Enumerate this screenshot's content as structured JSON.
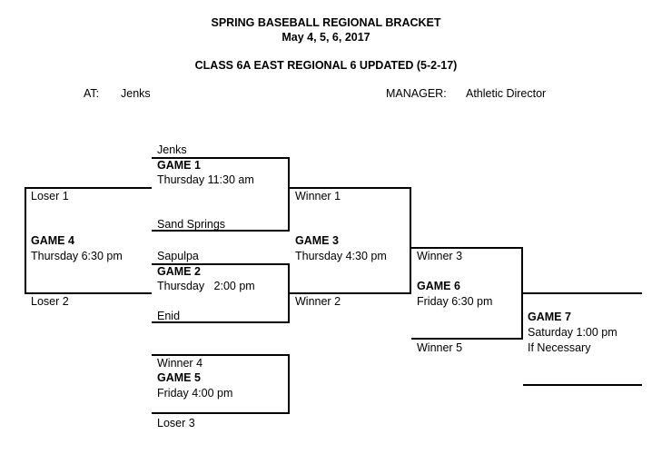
{
  "header": {
    "title": "SPRING BASEBALL REGIONAL BRACKET",
    "dates": "May 4, 5, 6, 2017",
    "class_line": "CLASS 6A EAST REGIONAL 6 UPDATED (5-2-17)",
    "at_label": "AT:",
    "at_value": "Jenks",
    "manager_label": "MANAGER:",
    "manager_value": "Athletic Director"
  },
  "game1": {
    "top": "Jenks",
    "label": "GAME 1",
    "time": "Thursday 11:30 am",
    "bottom": "Sand Springs"
  },
  "game2": {
    "top": "Sapulpa",
    "label": "GAME 2",
    "time": "Thursday   2:00 pm",
    "bottom": "Enid"
  },
  "game3": {
    "top": "Winner 1",
    "label": "GAME 3",
    "time": "Thursday 4:30 pm",
    "bottom": "Winner 2"
  },
  "game4": {
    "top": "Loser 1",
    "label": "GAME 4",
    "time": "Thursday 6:30 pm",
    "bottom": "Loser 2"
  },
  "game5": {
    "top": "Winner 4",
    "label": "GAME 5",
    "time": "Friday 4:00 pm",
    "bottom": "Loser 3"
  },
  "game6": {
    "top": "Winner 3",
    "label": "GAME 6",
    "time": "Friday 6:30 pm",
    "bottom": "Winner 5"
  },
  "game7": {
    "label": "GAME 7",
    "time": "Saturday 1:00 pm",
    "note": "If Necessary"
  }
}
